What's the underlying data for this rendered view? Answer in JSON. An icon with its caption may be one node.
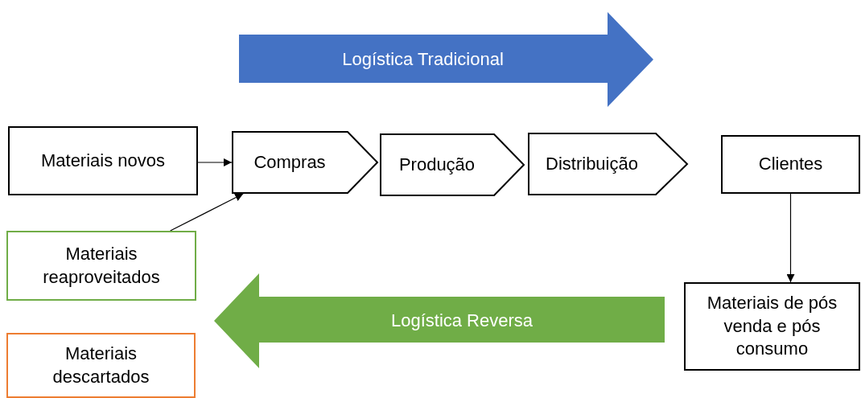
{
  "diagram": {
    "nodes": [
      {
        "text": [
          "Logística Tradicional"
        ]
      },
      {
        "text": [
          "Materiais novos"
        ]
      },
      {
        "text": [
          "Compras"
        ]
      },
      {
        "text": [
          "Produção"
        ]
      },
      {
        "text": [
          "Distribuição"
        ]
      },
      {
        "text": [
          "Clientes"
        ]
      },
      {
        "text": [
          "Materiais reaproveitados"
        ]
      },
      {
        "text": [
          "Logística Reversa"
        ]
      },
      {
        "text": [
          "Materiais de pós venda e pós consumo"
        ]
      },
      {
        "text": [
          "Materiais descartados"
        ]
      }
    ],
    "edges": [
      {
        "from": 1,
        "to": 2,
        "arrow": "to"
      },
      {
        "from": 6,
        "to": 2,
        "arrow": "to"
      },
      {
        "from": 5,
        "to": 8,
        "arrow": "to"
      }
    ]
  }
}
